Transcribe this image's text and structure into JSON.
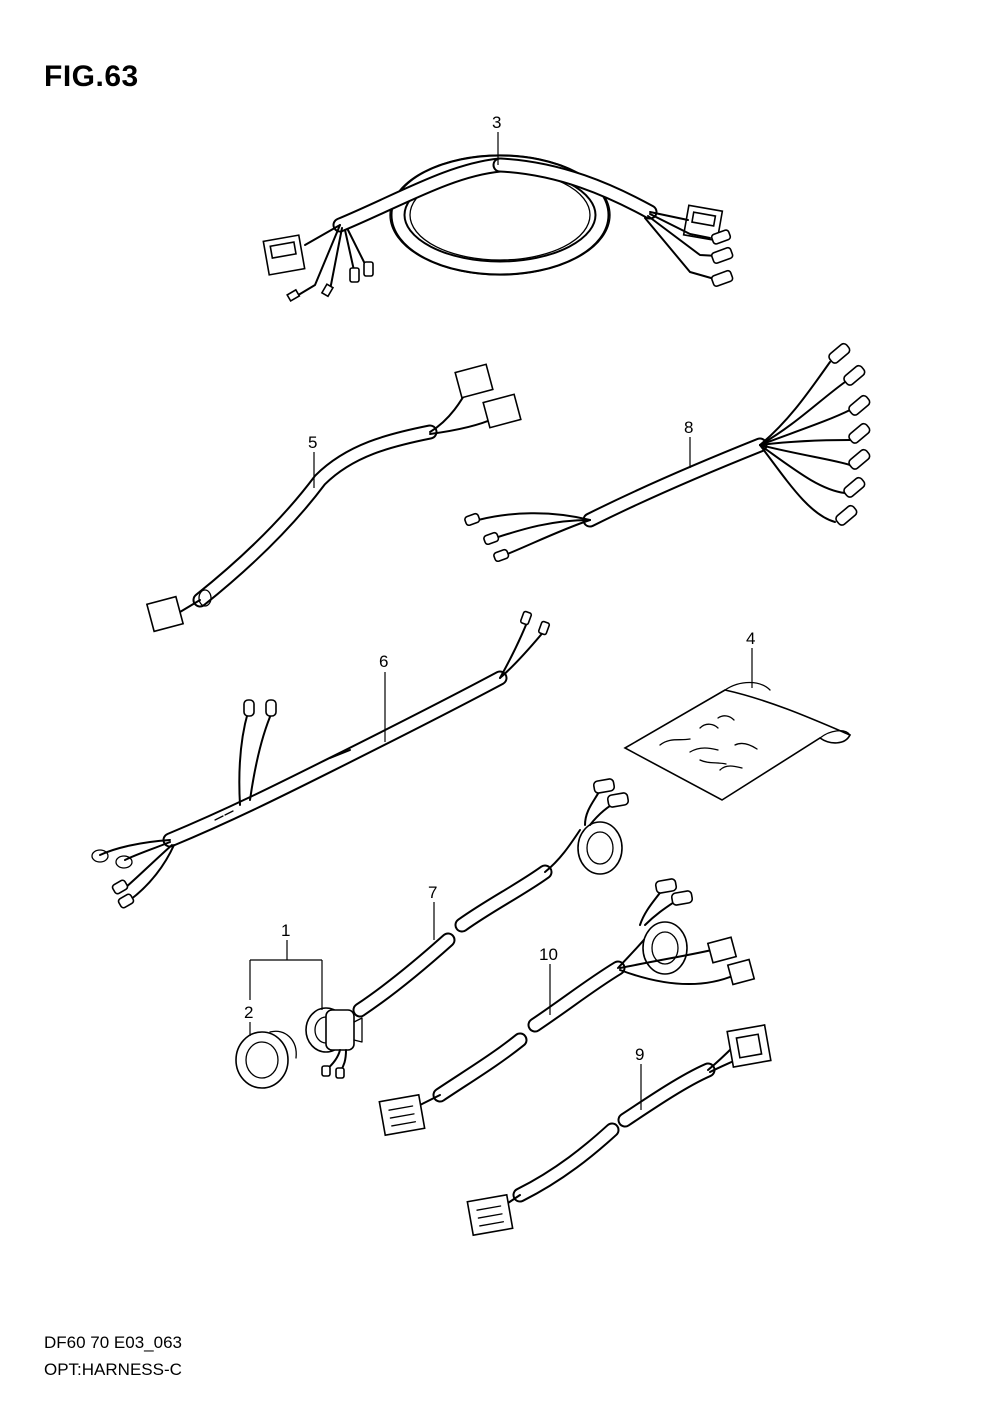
{
  "figure": {
    "title": "FIG.63",
    "code": "DF60 70 E03_063",
    "name": "OPT:HARNESS-C"
  },
  "callouts": {
    "c1": "1",
    "c2": "2",
    "c3": "3",
    "c4": "4",
    "c5": "5",
    "c6": "6",
    "c7": "7",
    "c8": "8",
    "c9": "9",
    "c10": "10"
  }
}
